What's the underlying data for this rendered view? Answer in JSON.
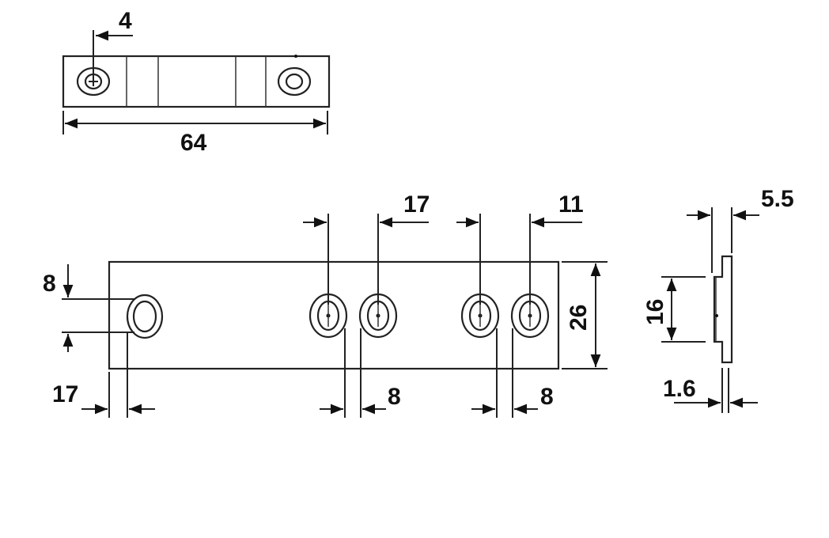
{
  "dimensions": {
    "top_hole_offset": "4",
    "top_length": "64",
    "front_left_slot_height": "8",
    "front_left_slot_offset": "17",
    "front_pair1_spacing": "17",
    "front_pair1_slot_width": "8",
    "front_pair2_spacing": "11",
    "front_pair2_slot_width": "8",
    "front_height": "26",
    "side_flange_width": "5.5",
    "side_height": "16",
    "side_thickness": "1.6"
  },
  "colors": {
    "line": "#222222",
    "text": "#111111",
    "background": "#ffffff"
  }
}
